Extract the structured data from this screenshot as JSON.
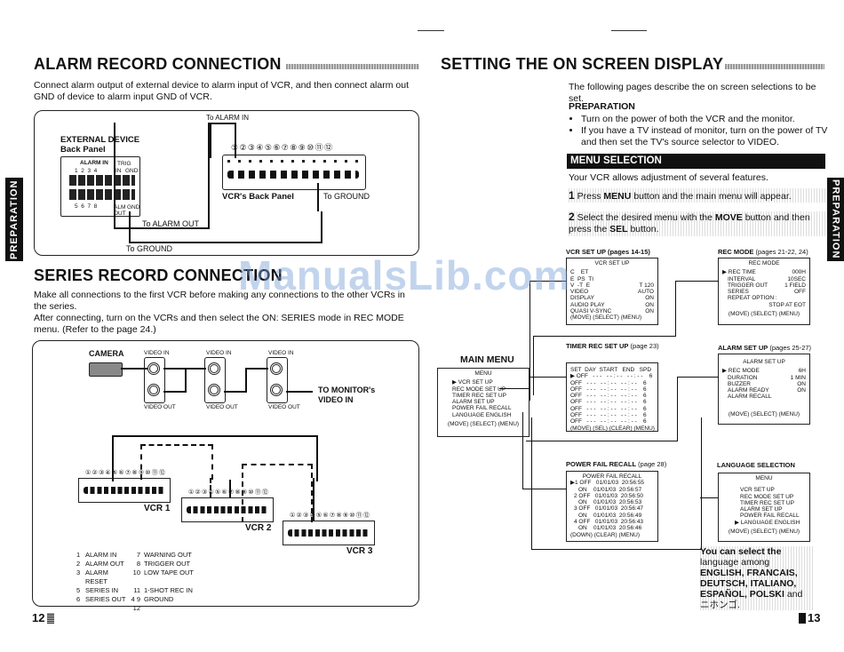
{
  "watermark": "ManualsLib.com",
  "left": {
    "section_tab": "PREPARATION",
    "alarm": {
      "title": "ALARM RECORD CONNECTION",
      "text": "Connect alarm output of external device to alarm input of VCR, and then connect alarm out GND of device to alarm input GND of VCR.",
      "labels": {
        "to_alarm_in": "To ALARM IN",
        "external_device": "EXTERNAL DEVICE",
        "back_panel": "Back Panel",
        "alarm_in": "ALARM IN",
        "trig": "TRIG",
        "in": "IN",
        "gnd": "GND",
        "pins_top": "1  2  3  4",
        "pins_bottom": "5  6  7  8",
        "alm_out": "ALM OUT",
        "gnd2": "GND",
        "vcr_numbers": "①②③④⑤⑥⑦⑧⑨⑩⑪⑫",
        "vcr_back_panel": "VCR's Back Panel",
        "to_ground_right": "To GROUND",
        "to_alarm_out": "To ALARM OUT",
        "to_ground_bottom": "To GROUND"
      }
    },
    "series": {
      "title": "SERIES RECORD CONNECTION",
      "text1": "Make all connections to the first VCR before making any connections to the other VCRs in the series.",
      "text2": "After connecting, turn on the VCRs and then select the ON: SERIES mode in REC MODE menu. (Refer to the page 24.)",
      "labels": {
        "camera": "CAMERA",
        "video_in": "VIDEO IN",
        "video_out": "VIDEO OUT",
        "to_monitor": "TO MONITOR's",
        "video_in2": "VIDEO IN",
        "vcr1": "VCR 1",
        "vcr2": "VCR 2",
        "vcr3": "VCR 3",
        "numbers": "①②③④⑤⑥⑦⑧⑨⑩⑪⑫"
      },
      "legend": [
        [
          "1",
          "ALARM IN",
          "7",
          "WARNING OUT"
        ],
        [
          "2",
          "ALARM OUT",
          "8",
          "TRIGGER OUT"
        ],
        [
          "3",
          "ALARM RESET",
          "10",
          "LOW TAPE OUT"
        ],
        [
          "5",
          "SERIES IN",
          "11",
          "1-SHOT REC IN"
        ],
        [
          "6",
          "SERIES OUT",
          "4  9  12",
          "GROUND"
        ]
      ]
    },
    "page_number": "12"
  },
  "right": {
    "section_tab": "PREPARATION",
    "title": "SETTING THE ON SCREEN DISPLAY",
    "intro": "The following pages describe the on screen selections to be set.",
    "preparation_heading": "PREPARATION",
    "bullets": [
      "Turn on the power of both the VCR and the monitor.",
      "If you have a TV instead of monitor, turn on the power of TV and then set the TV's source selector to VIDEO."
    ],
    "menu_selection_bar": "MENU SELECTION",
    "menu_selection_text": "Your VCR allows adjustment of several features.",
    "step1": {
      "num": "1",
      "pre": "Press ",
      "bold": "MENU",
      "post": " button and the main menu will appear."
    },
    "step2": {
      "num": "2",
      "pre": "Select the desired menu with the ",
      "bold": "MOVE",
      "mid": " button and then press the ",
      "bold2": "SEL",
      "post": " button."
    },
    "main_menu": {
      "heading": "MAIN MENU",
      "title": "MENU",
      "items": [
        "▶ VCR SET UP",
        "REC MODE SET UP",
        "TIMER REC SET UP",
        "ALARM SET UP",
        "POWER FAIL RECALL",
        "LANGUAGE  ENGLISH"
      ],
      "footer": "(MOVE)  (SELECT)  (MENU)"
    },
    "vcr_setup": {
      "heading": "VCR SET UP (pages 14-15)",
      "title": "VCR SET UP",
      "rows": [
        [
          "C    ET",
          ""
        ],
        [
          "E  PS  TI",
          ""
        ],
        [
          "V  -T  E",
          "T 120"
        ],
        [
          "VIDEO",
          "AUTO"
        ],
        [
          "DISPLAY",
          "ON"
        ],
        [
          "AUDIO PLAY",
          "ON"
        ],
        [
          "QUASI V-SYNC",
          "ON"
        ]
      ],
      "footer": "(MOVE)  (SELECT)  (MENU)"
    },
    "rec_mode": {
      "heading": "REC MODE",
      "pages": " (pages 21-22, 24)",
      "title": "REC MODE",
      "rows": [
        [
          "▶ REC TIME",
          "000H"
        ],
        [
          "INTERVAL",
          "10SEC"
        ],
        [
          "TRIGGER OUT",
          "1 FIELD"
        ],
        [
          "SERIES",
          "OFF"
        ],
        [
          "REPEAT OPTION :",
          ""
        ],
        [
          "",
          "STOP AT EOT"
        ]
      ],
      "footer": "(MOVE)  (SELECT)  (MENU)"
    },
    "timer_rec": {
      "heading": "TIMER REC SET UP",
      "pages": " (page 23)",
      "header_row": "SET  DAY  START   END   SPD",
      "rows": [
        "▶ OFF   - - -   - - : - -   - - : - -    6",
        "OFF   - - -   - - : - -   - - : - -    6",
        "OFF   - - -   - - : - -   - - : - -    6",
        "OFF   - - -   - - : - -   - - : - -    6",
        "OFF   - - -   - - : - -   - - : - -    6",
        "OFF   - - -   - - : - -   - - : - -    6",
        "OFF   - - -   - - : - -   - - : - -    6",
        "OFF   - - -   - - : - -   - - : - -    6"
      ],
      "footer": "(MOVE)  (SEL)  (CLEAR)  (MENU)"
    },
    "alarm_setup": {
      "heading": "ALARM SET UP",
      "pages": " (pages 25-27)",
      "title": "ALARM SET UP",
      "rows": [
        [
          "▶ REC MODE",
          "6H"
        ],
        [
          "DURATION",
          "1 MIN"
        ],
        [
          "BUZZER",
          "ON"
        ],
        [
          "ALARM READY",
          "ON"
        ],
        [
          "ALARM RECALL",
          ""
        ]
      ],
      "footer": "(MOVE)  (SELECT)  (MENU)"
    },
    "power_fail": {
      "heading": "POWER FAIL RECALL",
      "pages": " (page 28)",
      "title": "POWER FAIL RECALL",
      "rows": [
        "▶1 OFF   01/01/03  20:56:55",
        "ON    01/01/03  20:56:57",
        "2 OFF   01/01/03  20:56:50",
        "ON    01/01/03  20:56:53",
        "3 OFF   01/01/03  20:56:47",
        "ON    01/01/03  20:56:49",
        "4 OFF   01/01/03  20:56:43",
        "ON    01/01/03  20:56:46"
      ],
      "footer": "(DOWN)  (CLEAR)  (MENU)"
    },
    "language": {
      "heading": "LANGUAGE SELECTION",
      "title": "MENU",
      "items": [
        "VCR SET UP",
        "REC MODE SET UP",
        "TIMER REC SET UP",
        "ALARM SET UP",
        "POWER FAIL RECALL",
        "▶ LANGUAGE  ENGLISH"
      ],
      "footer": "(MOVE)  (SELECT)  (MENU)",
      "note_line1": "You can select the",
      "note_line2": "language among",
      "note_bold": "ENGLISH, FRANCAIS, DEUTSCH, ITALIANO, ESPAÑOL, POLSKI",
      "note_and": " and",
      "note_jp": "ニホンゴ."
    },
    "page_number": "13"
  }
}
